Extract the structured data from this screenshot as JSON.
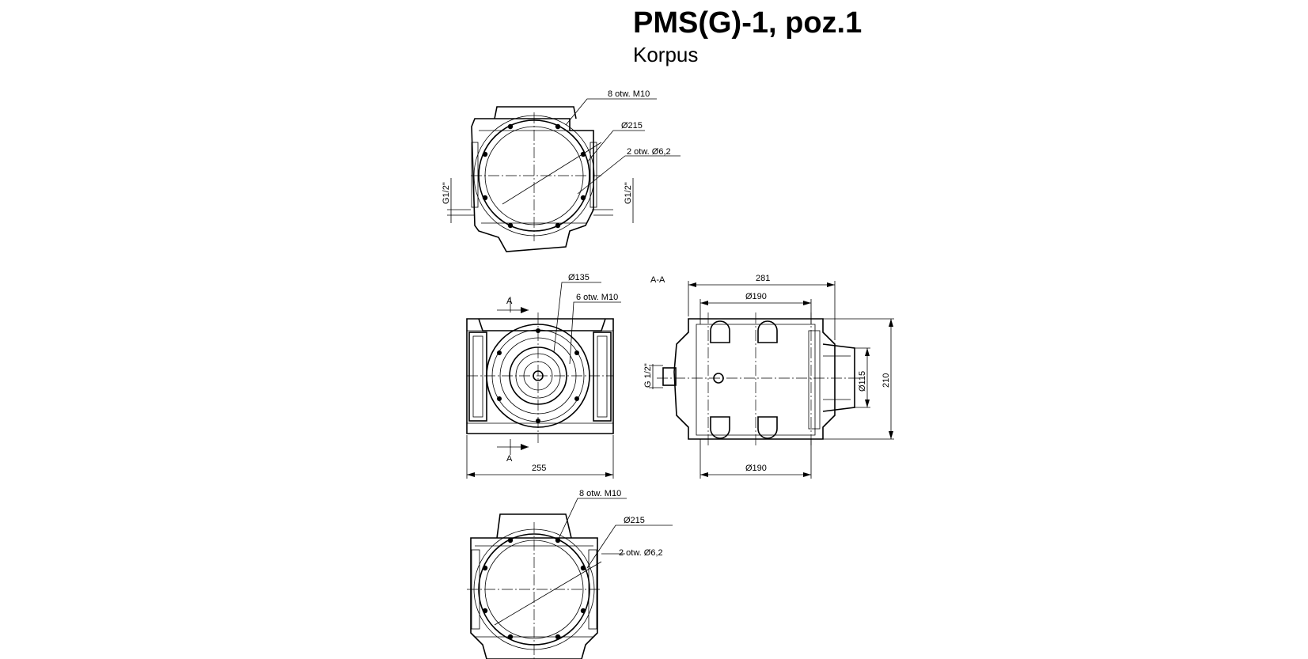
{
  "title": "PMS(G)-1, poz.1",
  "subtitle": "Korpus",
  "views": {
    "top": {
      "holes_m10": "8 otw. M10",
      "diameter": "Ø215",
      "holes_small": "2 otw.  Ø6,2",
      "thread_left": "G1/2\"",
      "thread_right": "G1/2\""
    },
    "front": {
      "diameter": "Ø135",
      "holes_m10": "6 otw. M10",
      "section_mark_top": "A",
      "section_mark_bottom": "A",
      "width": "255"
    },
    "section": {
      "label": "A-A",
      "length": "281",
      "inner_top": "Ø190",
      "inner_bottom": "Ø190",
      "bore": "Ø115",
      "height": "210",
      "thread": "G 1/2\""
    },
    "bottom": {
      "holes_m10": "8 otw. M10",
      "diameter": "Ø215",
      "holes_small": "2 otw.  Ø6,2"
    }
  }
}
